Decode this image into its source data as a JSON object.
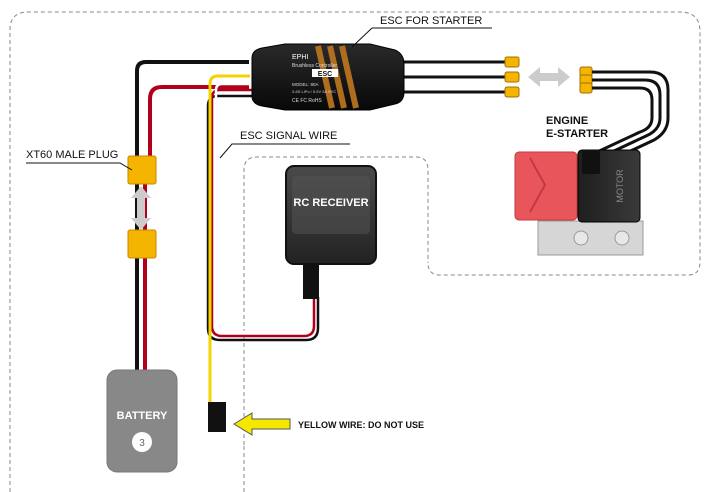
{
  "labels": {
    "esc_for_starter": "ESC FOR STARTER",
    "xt60_plug": "XT60 MALE PLUG",
    "esc_signal_wire": "ESC  SIGNAL WIRE",
    "rc_receiver": "RC RECEIVER",
    "engine_starter_line1": "ENGINE",
    "engine_starter_line2": "E-STARTER",
    "motor": "MOTOR",
    "battery": "BATTERY",
    "battery_cells": "3",
    "yellow_wire_note": "YELLOW WIRE: DO NOT USE"
  },
  "esc_label": {
    "brand": "EPHI",
    "subtitle": "Brushless Controller",
    "badge": "ESC",
    "model_line": "MODEL: 80A",
    "spec_line": "2-6S LiPo / 5.5V 5A BEC",
    "cert_line": "CE  FC  RoHS"
  },
  "colors": {
    "red_wire": "#b3001a",
    "black_wire": "#111111",
    "yellow_wire": "#f2d400",
    "xt60": "#f5b400",
    "dashed_border": "#888888",
    "battery_body": "#888888",
    "motor_red": "#e8555b",
    "arrow_grey": "#cccccc",
    "note_arrow": "#f5e800"
  }
}
